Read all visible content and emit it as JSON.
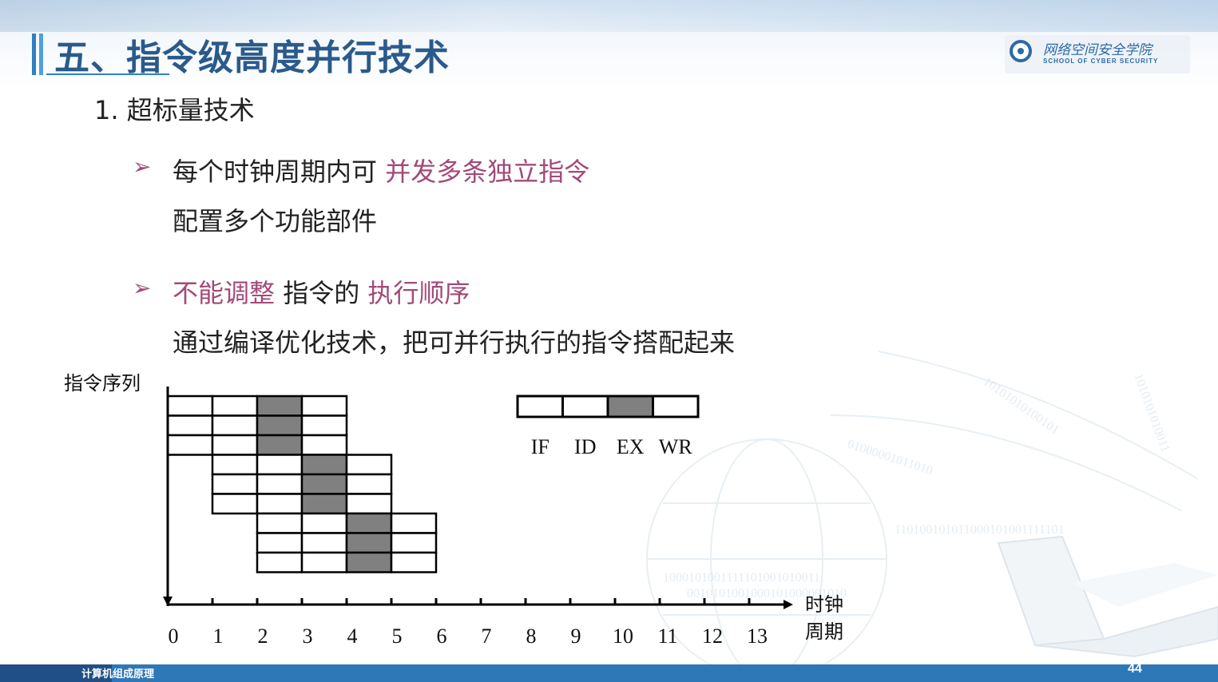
{
  "slide": {
    "title": "五、指令级高度并行技术",
    "page_number": "44",
    "footer_text": "计算机组成原理"
  },
  "logo": {
    "name_cn": "网络空间安全学院",
    "name_en": "SCHOOL OF CYBER SECURITY"
  },
  "content": {
    "heading": "1. 超标量技术",
    "bullets": [
      {
        "icon": "arrow-bullet-icon",
        "line1_plain": "每个时钟周期内可 ",
        "line1_highlight": "并发多条独立指令",
        "line2": "配置多个功能部件"
      },
      {
        "icon": "arrow-bullet-icon",
        "line1_hl_a": "不能调整",
        "line1_plain": " 指令的 ",
        "line1_hl_b": "执行顺序",
        "line2": "通过编译优化技术，把可并行执行的指令搭配起来"
      }
    ],
    "highlight_color": "#a24a78"
  },
  "diagram": {
    "y_axis_label": "指令序列",
    "x_axis_label_line1": "时钟",
    "x_axis_label_line2": "周期",
    "x_ticks": [
      "0",
      "1",
      "2",
      "3",
      "4",
      "5",
      "6",
      "7",
      "8",
      "9",
      "10",
      "11",
      "12",
      "13"
    ],
    "stages": [
      "IF",
      "ID",
      "EX",
      "WR"
    ],
    "highlighted_stage": "EX",
    "highlight_fill": "#808080",
    "groups": [
      {
        "start_cycle": 0,
        "instructions": 3
      },
      {
        "start_cycle": 1,
        "instructions": 3
      },
      {
        "start_cycle": 2,
        "instructions": 3
      }
    ]
  }
}
